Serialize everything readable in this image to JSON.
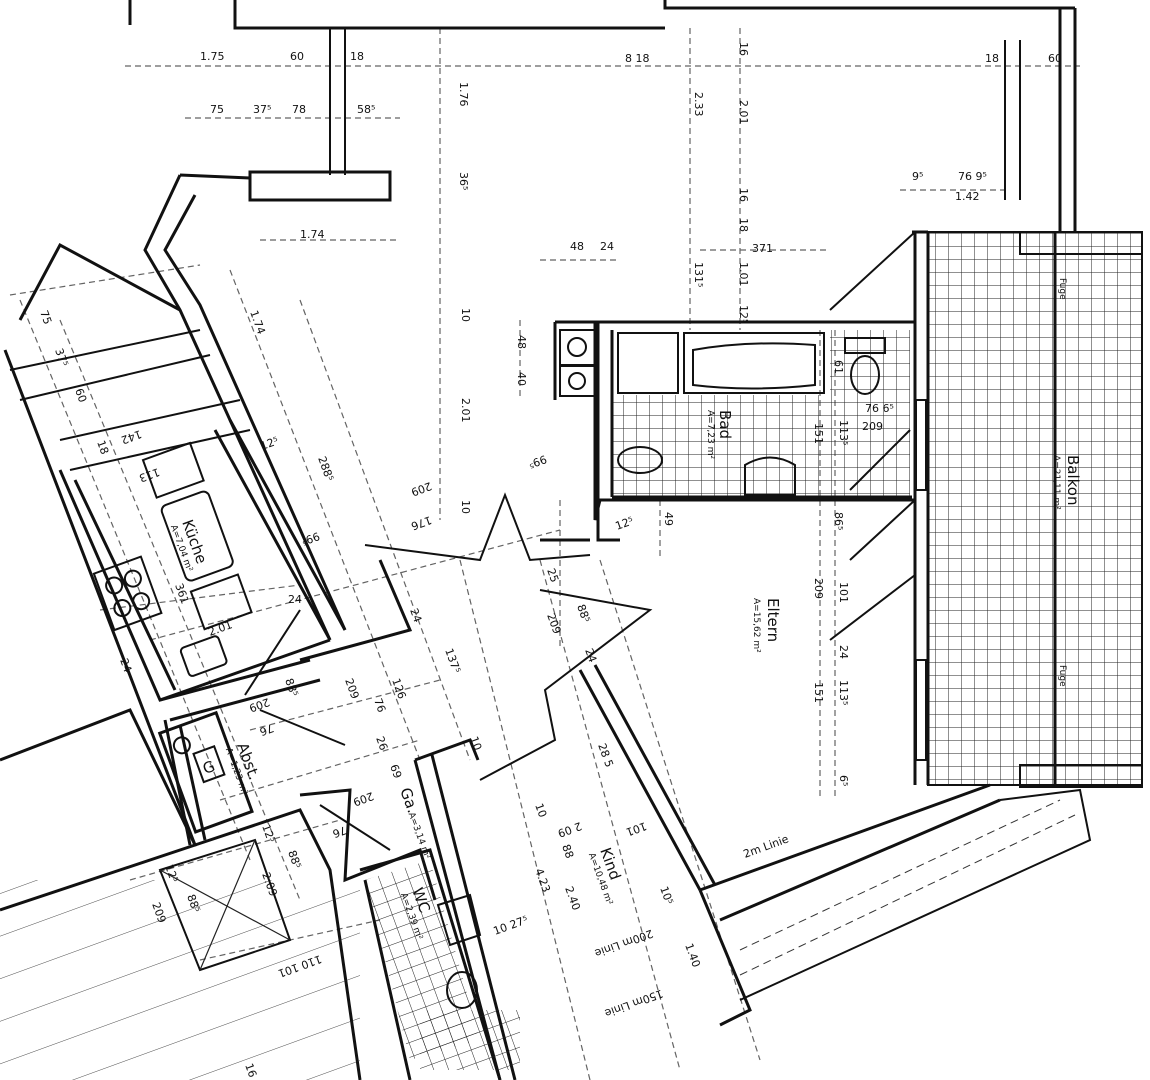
{
  "rooms": {
    "bad": {
      "name": "Bad",
      "area": "A=7,23 m²"
    },
    "eltern": {
      "name": "Eltern",
      "area": "A=15,62 m²"
    },
    "balkon": {
      "name": "Balkon",
      "area": "A=21,11 m²"
    },
    "kueche": {
      "name": "Küche",
      "area": "A=7,04 m²"
    },
    "abst": {
      "name": "Abst.",
      "area": "A=1,23 m²"
    },
    "ga": {
      "name": "Ga.",
      "area": "A=3,14 m²"
    },
    "wc": {
      "name": "WC",
      "area": "A=2,39 m²"
    },
    "kind": {
      "name": "Kind",
      "area": "A=10,48 m²"
    }
  },
  "annotations": {
    "fuge_top": "Fuge",
    "fuge_bottom": "Fuge",
    "line_2m": "2m Linie",
    "line_200m": "200m Linie",
    "line_150m": "150m Linie",
    "gas_symbol": "G"
  },
  "dimensions": [
    "1.75",
    "60",
    "18",
    "75",
    "37⁵",
    "78",
    "58⁵",
    "8 18",
    "18",
    "60",
    "1.74",
    "48",
    "24",
    "371",
    "9⁵",
    "76 9⁵",
    "1.42",
    "76 6⁵",
    "209",
    "1.76",
    "36⁵",
    "2.33",
    "2.01",
    "16",
    "16",
    "18",
    "131⁵",
    "1.01",
    "12⁵",
    "10",
    "2.01",
    "10",
    "48",
    "40",
    "151",
    "113⁵",
    "61",
    "86⁵",
    "209",
    "101",
    "24",
    "151",
    "113⁵",
    "6⁵",
    "49",
    "75",
    "37⁵",
    "60",
    "18",
    "142",
    "113",
    "1.74",
    "288⁵",
    "12⁵",
    "99⁵",
    "209",
    "176",
    "99⁵",
    "361",
    "2.01",
    "24",
    "24",
    "137⁵",
    "12⁵",
    "25",
    "209",
    "88⁵",
    "24",
    "209",
    "76",
    "88⁵",
    "209",
    "76",
    "126",
    "26",
    "209",
    "76",
    "69",
    "10",
    "28 5",
    "10",
    "2 09",
    "88",
    "101",
    "4.23",
    "2.40",
    "10 27⁵",
    "10⁵",
    "1.40",
    "12⁵",
    "88⁵",
    "2.09",
    "12⁵",
    "88⁵",
    "209",
    "110 101",
    "16",
    "24"
  ]
}
